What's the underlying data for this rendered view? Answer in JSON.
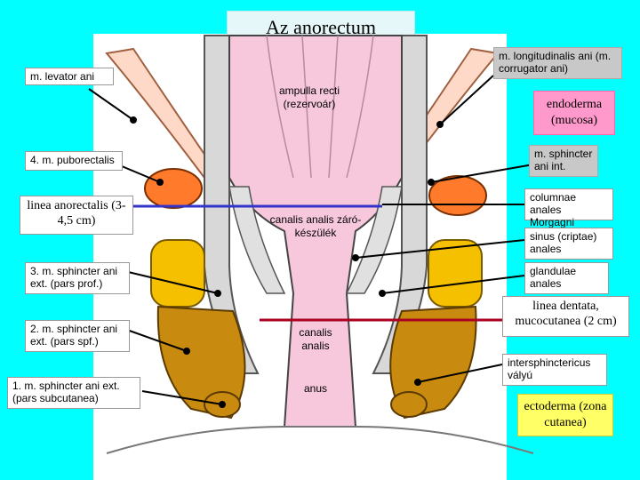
{
  "title": "Az anorectum",
  "labels": {
    "levator_ani": "m. levator ani",
    "longitudinalis": "m. longitudinalis ani (m. corrugator ani)",
    "ampulla": "ampulla recti (rezervoár)",
    "endoderma": "endoderma (mucosa)",
    "puborectalis": "4. m. puborectalis",
    "sphincter_int": "m. sphincter ani int.",
    "linea_anorectalis": "linea anorectalis (3-4,5 cm)",
    "columnae": "columnae anales Morgagni",
    "canalis_zaro": "canalis analis záró-készülék",
    "sinus": "sinus (criptae) anales",
    "sphincter_prof": "3. m. sphincter ani ext. (pars prof.)",
    "glandulae": "glandulae anales",
    "sphincter_spf": "2. m. sphincter ani ext. (pars spf.)",
    "linea_dentata": "linea dentata, mucocutanea (2 cm)",
    "canalis_analis": "canalis analis",
    "intersphincter": "intersphinctericus vályú",
    "sphincter_subcut": "1. m. sphincter ani ext. (pars subcutanea)",
    "anus": "anus",
    "ectoderma": "ectoderma (zona cutanea)"
  },
  "colors": {
    "background": "#00ffff",
    "mucosa_pink": "#f7c8dc",
    "muscle_orange": "#ff7a2a",
    "muscle_yellow": "#f5c000",
    "muscle_brown": "#c98a10",
    "wall_gray": "#c8c8c8",
    "line_blue": "#3333cc",
    "line_red": "#aa0022"
  }
}
